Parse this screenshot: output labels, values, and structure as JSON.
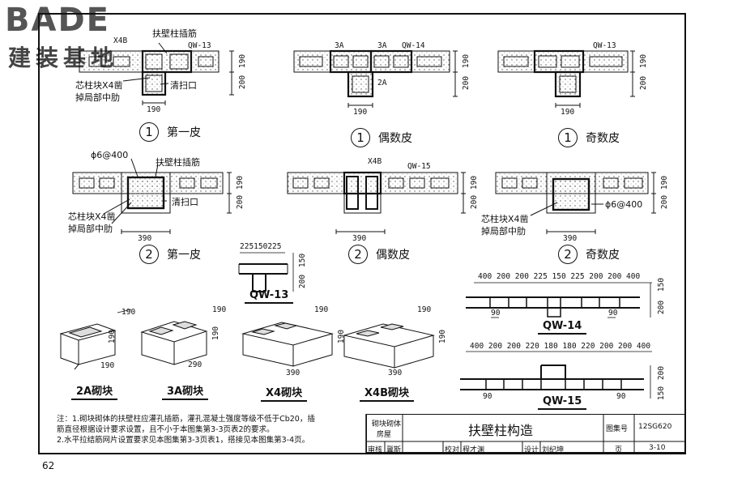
{
  "logo": {
    "word": "BADE",
    "sub": "建装基地"
  },
  "page_number": "62",
  "top_row": {
    "f1": {
      "x4b": "X4B",
      "bar": "扶壁柱插筋",
      "qw": "QW-13",
      "core": "芯柱块X4凿",
      "core2": "掉局部中肋",
      "clean": "清扫口",
      "d190w": "190",
      "d190h": "190",
      "d200": "200",
      "num": "1",
      "caption": "第一皮"
    },
    "f2": {
      "a": "3A",
      "b": "3A",
      "qw": "QW-14",
      "c": "2A",
      "d190w": "190",
      "d190h": "190",
      "d200": "200",
      "num": "1",
      "caption": "偶数皮"
    },
    "f3": {
      "qw": "QW-13",
      "d190w": "190",
      "d190h": "190",
      "d200": "200",
      "num": "1",
      "caption": "奇数皮"
    }
  },
  "mid_row": {
    "f1": {
      "phi": "ϕ6@400",
      "bar": "扶壁柱插筋",
      "core": "芯柱块X4凿",
      "core2": "掉局部中肋",
      "clean": "清扫口",
      "w": "390",
      "d190": "190",
      "d200": "200",
      "num": "2",
      "caption": "第一皮"
    },
    "f2": {
      "x4b": "X4B",
      "qw": "QW-15",
      "w": "390",
      "d190": "190",
      "d200": "200",
      "num": "2",
      "caption": "偶数皮"
    },
    "f3": {
      "core": "芯柱块X4凿",
      "core2": "掉局部中肋",
      "phi": "ϕ6@400",
      "w": "390",
      "d190": "190",
      "d200": "200",
      "num": "2",
      "caption": "奇数皮"
    }
  },
  "qw13": {
    "dims": "225150225",
    "d150": "150",
    "d200": "200",
    "label": "QW-13"
  },
  "qw14": {
    "dims": "400  200 200 225 150 225 200 200   400",
    "d150": "150",
    "d200": "200",
    "left": "90",
    "right": "90",
    "label": "QW-14"
  },
  "qw15": {
    "dims": "400  200 200 220 180 180 220 200 200  400",
    "d200": "200",
    "d150": "150",
    "left": "90",
    "right": "90",
    "label": "QW-15"
  },
  "blocks": [
    {
      "top": "190",
      "side": "190",
      "bottom": "190",
      "label": "2A砌块"
    },
    {
      "top": "190",
      "side": "190",
      "bottom": "290",
      "label": "3A砌块"
    },
    {
      "top": "190",
      "side": "190",
      "bottom": "390",
      "label": "X4砌块"
    },
    {
      "top": "190",
      "side": "190",
      "bottom": "390",
      "label": "X4B砌块"
    }
  ],
  "notes": {
    "l1": "注：1.砌块砌体的扶壁柱应灌孔插筋，灌孔混凝土强度等级不低于Cb20，插",
    "l2": "        筋直径根据设计要求设置，且不小于本图集第3-3页表2的要求。",
    "l3": "    2.水平拉结筋网片设置要求见本图集第3-3页表1，搭接见本图集第3-4页。"
  },
  "titleblock": {
    "cat1": "砌块砌体",
    "cat2": "房屋",
    "title": "扶壁柱构造",
    "atlas_label": "图集号",
    "atlas_no": "12SG620",
    "review": "审核",
    "reviewer": "冀斯",
    "check": "校对",
    "checker": "程才渊",
    "design": "设计",
    "designer": "刘纪坤",
    "page_label": "页",
    "page_no": "3-10"
  }
}
